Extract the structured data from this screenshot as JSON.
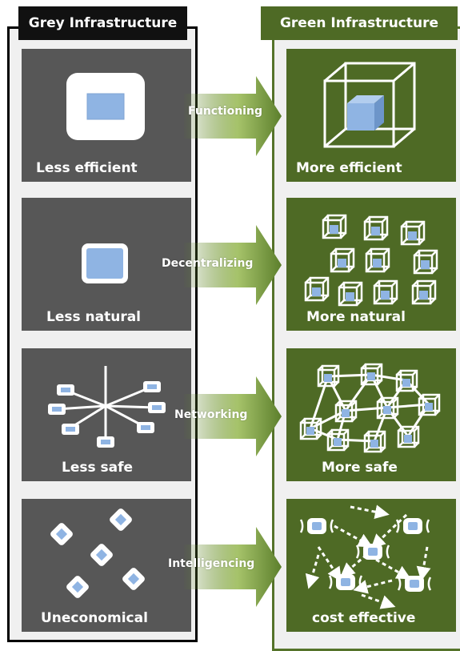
{
  "headers": {
    "grey": "Grey Infrastructure",
    "green": "Green Infrastructure"
  },
  "rows": [
    {
      "grey_label": "Less efficient",
      "transition": "Functioning",
      "green_label": "More  efficient"
    },
    {
      "grey_label": "Less natural",
      "transition": "Decentralizing",
      "green_label": "More natural"
    },
    {
      "grey_label": "Less safe",
      "transition": "Networking",
      "green_label": "More safe"
    },
    {
      "grey_label": "Uneconomical",
      "transition": "Intelligencing",
      "green_label": "cost effective"
    }
  ],
  "colors": {
    "grey_panel": "#575757",
    "green_panel": "#4e6a25",
    "cube_blue": "#8fb4e3",
    "arrow_light": "#a6c36a",
    "arrow_dark": "#5c7f2c"
  }
}
